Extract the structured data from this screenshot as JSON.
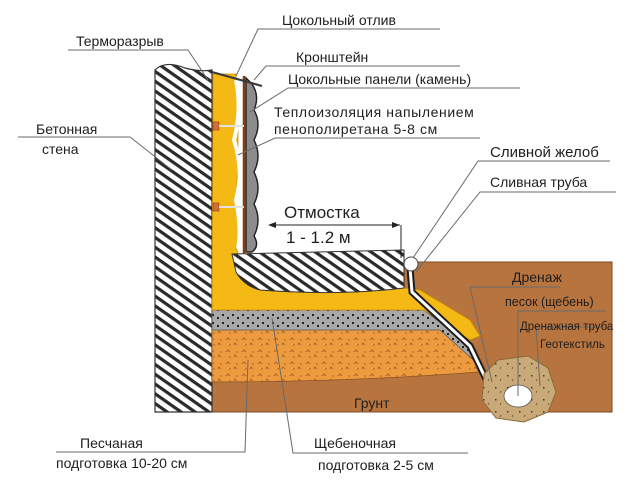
{
  "title": "Отмостка с утеплением цоколя и дренажем",
  "labels": {
    "plinth_flashing": "Цокольный отлив",
    "thermal_break": "Терморазрыв",
    "bracket": "Кронштейн",
    "plinth_panels": "Цокольные панели (камень)",
    "insulation_line1": "Теплоизоляция напылением",
    "insulation_line2": "пенополиретана 5-8 см",
    "concrete_wall_line1": "Бетонная",
    "concrete_wall_line2": "стена",
    "gutter": "Сливной желоб",
    "drain_pipe_outlet": "Сливная труба",
    "blind_area": "Отмостка",
    "blind_area_width": "1 - 1.2 м",
    "drainage": "Дренаж",
    "drainage_fill": "песок (щебень)",
    "drainage_pipe": "Дренажная труба",
    "geotextile": "Геотекстиль",
    "soil": "Грунт",
    "sand_layer_line1": "Песчаная",
    "sand_layer_line2": "подготовка 10-20 см",
    "gravel_layer_line1": "Щебеночная",
    "gravel_layer_line2": "подготовка 2-5 см"
  },
  "colors": {
    "soil": "#b8743f",
    "insulation": "#f5b915",
    "sand": "#ee9a3e",
    "gravel": "#a9a9a9",
    "drain_fill": "#c9a977",
    "panel": "#8a8a8a",
    "bracket_anchor": "#d2703a"
  }
}
